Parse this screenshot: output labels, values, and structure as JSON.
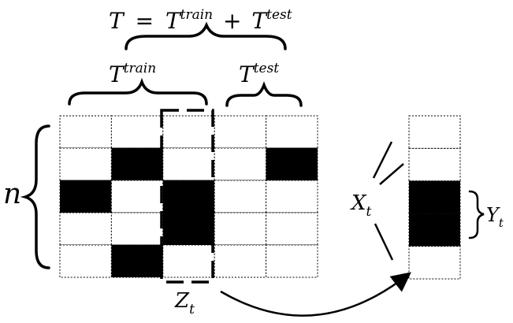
{
  "labels": {
    "T": "T",
    "eq": "=",
    "plus": "+",
    "train": "train",
    "test": "test",
    "n": "n",
    "X": "X",
    "Y": "Y",
    "Z": "Z",
    "t": "t"
  },
  "matrix": {
    "rows": 5,
    "cols": 5,
    "filled": [
      [
        1,
        1
      ],
      [
        1,
        4
      ],
      [
        2,
        0
      ],
      [
        2,
        2
      ],
      [
        3,
        2
      ],
      [
        4,
        1
      ]
    ]
  },
  "column_vector": {
    "rows": 5,
    "filled": [
      2,
      3
    ]
  },
  "colors": {
    "fill": "#000000",
    "grid": "#000000",
    "background": "#ffffff"
  }
}
